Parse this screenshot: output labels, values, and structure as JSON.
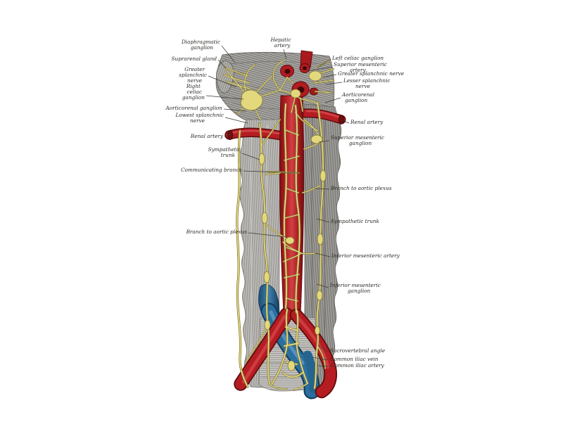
{
  "figure": {
    "background": "#ffffff",
    "colors": {
      "artery_red": "#b51d22",
      "artery_dark": "#5e0c0e",
      "artery_highlight": "#d04045",
      "vein_blue": "#2a6fa0",
      "vein_dark": "#123a57",
      "nerve_yellow": "#e6dc84",
      "nerve_outline": "#7d7433",
      "muscle_gray": "#b8b6b2",
      "label_ink": "#2b2b28"
    }
  },
  "labels": {
    "top": [
      {
        "id": "hepatic-artery",
        "lines": [
          "Hepatic",
          "artery"
        ]
      }
    ],
    "left": [
      {
        "id": "diaphragmatic-ganglion",
        "lines": [
          "Diaphragmatic",
          "ganglion"
        ]
      },
      {
        "id": "suprarenal-gland",
        "lines": [
          "Suprarenal gland"
        ]
      },
      {
        "id": "greater-splanchnic-nerve-left",
        "lines": [
          "Greater",
          "splanchnic",
          "nerve"
        ]
      },
      {
        "id": "right-celiac-ganglion",
        "lines": [
          "Right",
          "celiac",
          "ganglion"
        ]
      },
      {
        "id": "aorticorenal-ganglion-left",
        "lines": [
          "Aorticorenal ganglion"
        ]
      },
      {
        "id": "lowest-splanchnic-nerve",
        "lines": [
          "Lowest splanchnic",
          "nerve"
        ]
      },
      {
        "id": "renal-artery-left",
        "lines": [
          "Renal artery"
        ]
      },
      {
        "id": "sympathetic-trunk-left",
        "lines": [
          "Sympathetic",
          "trunk"
        ]
      },
      {
        "id": "communicating-branch",
        "lines": [
          "Communicating branch"
        ]
      },
      {
        "id": "branch-to-aortic-plexus-left",
        "lines": [
          "Branch to aortic plexus"
        ]
      }
    ],
    "right": [
      {
        "id": "left-celiac-ganglion",
        "lines": [
          "Left celiac ganglion"
        ]
      },
      {
        "id": "superior-mesenteric-artery",
        "lines": [
          "Superior mesenteric",
          "artery"
        ]
      },
      {
        "id": "greater-splanchnic-nerve-right",
        "lines": [
          "Greater splanchnic nerve"
        ]
      },
      {
        "id": "lesser-splanchnic-nerve",
        "lines": [
          "Lesser splanchnic",
          "nerve"
        ]
      },
      {
        "id": "aorticorenal-ganglion-right",
        "lines": [
          "Aorticorenal",
          "ganglion"
        ]
      },
      {
        "id": "renal-artery-right",
        "lines": [
          "Renal artery"
        ]
      },
      {
        "id": "superior-mesenteric-ganglion",
        "lines": [
          "Superior mesenteric",
          "ganglion"
        ]
      },
      {
        "id": "branch-to-aortic-plexus-right",
        "lines": [
          "Branch to aortic plexus"
        ]
      },
      {
        "id": "sympathetic-trunk-right",
        "lines": [
          "Sympathetic trunk"
        ]
      },
      {
        "id": "inferior-mesenteric-artery",
        "lines": [
          "Inferior mesenteric artery"
        ]
      },
      {
        "id": "inferior-mesenteric-ganglion",
        "lines": [
          "Inferior mesenteric",
          "ganglion"
        ]
      },
      {
        "id": "sacrovertebral-angle",
        "lines": [
          "Sacrovertebral angle"
        ]
      },
      {
        "id": "common-iliac-vein",
        "lines": [
          "Common iliac vein"
        ]
      },
      {
        "id": "common-iliac-artery",
        "lines": [
          "Common iliac artery"
        ]
      }
    ]
  }
}
